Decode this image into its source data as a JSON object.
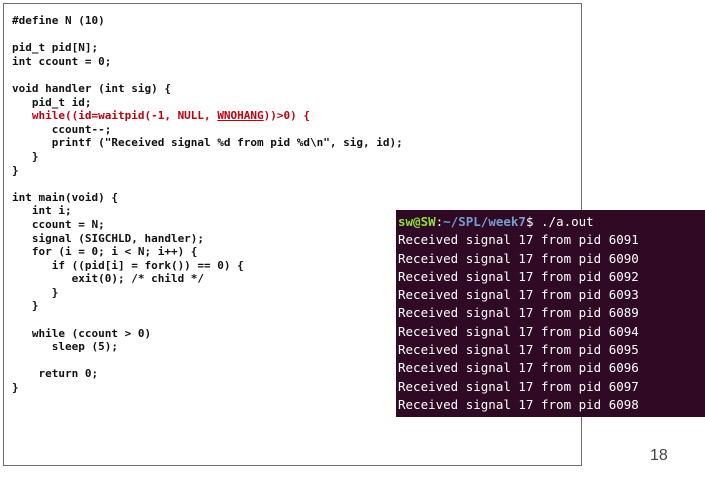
{
  "code": {
    "lines": [
      "#define N (10)",
      "",
      "pid_t pid[N];",
      "int ccount = 0;",
      "",
      "void handler (int sig) {",
      "   pid_t id;",
      "   while((id=waitpid(-1, NULL, WNOHANG))>0) {",
      "      ccount--;",
      "      printf (\"Received signal %d from pid %d\\n\", sig, id);",
      "   }",
      "}",
      "",
      "int main(void) {",
      "   int i;",
      "   ccount = N;",
      "   signal (SIGCHLD, handler);",
      "   for (i = 0; i < N; i++) {",
      "      if ((pid[i] = fork()) == 0) {",
      "         exit(0); /* child */",
      "      }",
      "   }",
      "",
      "   while (ccount > 0)",
      "      sleep (5);",
      "",
      "    return 0;",
      "}"
    ],
    "highlight": {
      "before": "   while((id=waitpid(-1, NULL, ",
      "flag": "WNOHANG",
      "after": "))>0) {"
    },
    "highlight_color": "#c0000c"
  },
  "terminal": {
    "prompt_user": "sw@SW",
    "prompt_sep": ":",
    "prompt_path": "~/SPL/week7",
    "prompt_symbol": "$ ",
    "command": "./a.out",
    "output": [
      "Received signal 17 from pid 6091",
      "Received signal 17 from pid 6090",
      "Received signal 17 from pid 6092",
      "Received signal 17 from pid 6093",
      "Received signal 17 from pid 6089",
      "Received signal 17 from pid 6094",
      "Received signal 17 from pid 6095",
      "Received signal 17 from pid 6096",
      "Received signal 17 from pid 6097",
      "Received signal 17 from pid 6098"
    ],
    "background": "#300a24",
    "user_color": "#8ae234",
    "path_color": "#729fcf"
  },
  "slide_number": "18"
}
